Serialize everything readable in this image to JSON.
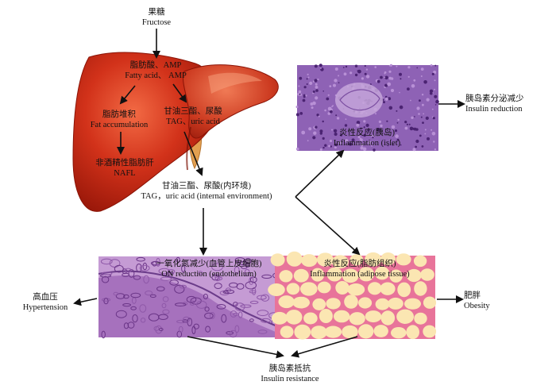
{
  "labels": {
    "fructose": {
      "zh": "果糖",
      "en": "Fructose"
    },
    "fatty_acid": {
      "zh": "脂肪酸、AMP",
      "en": "Fatty acid、 AMP"
    },
    "fat_accumulation": {
      "zh": "脂肪堆积",
      "en": "Fat accumulation"
    },
    "nafl": {
      "zh": "非酒精性脂肪肝",
      "en": "NAFL"
    },
    "tag_liver": {
      "zh": "甘油三酯、尿酸",
      "en": "TAG、uric acid"
    },
    "tag_env": {
      "zh": "甘油三酯、尿酸(内环境)",
      "en": "TAG，uric acid (internal environment)"
    },
    "inflammation_islet": {
      "zh": "炎性反应(胰岛)",
      "en": "Inflammation (islet)"
    },
    "insulin_reduction": {
      "zh": "胰岛素分泌减少",
      "en": "Insulin reduction"
    },
    "on_reduction": {
      "zh": "一氧化氮减少(血管上皮细胞)",
      "en": "ON reduction (endothelium)"
    },
    "inflammation_adipose": {
      "zh": "炎性反应(脂肪组织)",
      "en": "Inflammation (adipose tissue)"
    },
    "hypertension": {
      "zh": "高血压",
      "en": "Hypertension"
    },
    "obesity": {
      "zh": "肥胖",
      "en": "Obesity"
    },
    "insulin_resistance": {
      "zh": "胰岛素抵抗",
      "en": "Insulin resistance"
    }
  },
  "colors": {
    "liver_dark": "#a31508",
    "liver_mid": "#d2321a",
    "liver_light": "#ee6a45",
    "islet_tissue": "#8e62b5",
    "endothelium_tissue": "#b07ec6",
    "adipose_bg": "#e8749a",
    "adipocyte": "#fbe6b2",
    "arrow": "#111111"
  }
}
